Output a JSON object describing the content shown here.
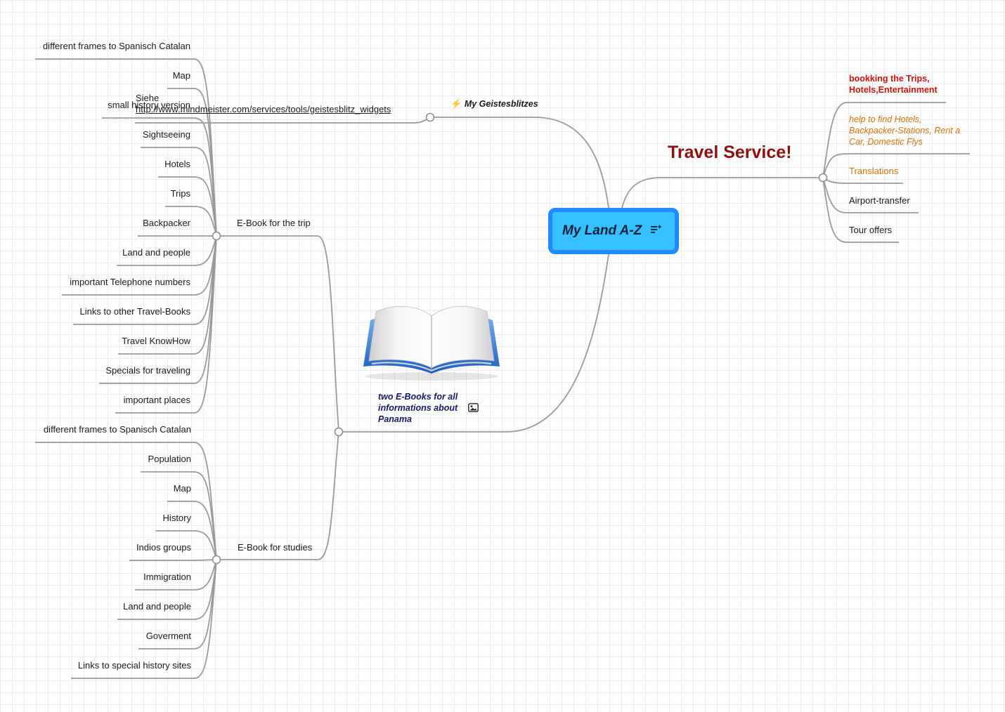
{
  "root": {
    "title": "My Land A-Z",
    "icon": "note-list-icon",
    "fill": "#37c0ff",
    "border": "#1f8bff"
  },
  "geistesblitz": {
    "title": "My Geistesblitzes",
    "icon": "lightning-icon",
    "siehe": "Siehe",
    "link": "http://www.mindmeister.com/services/tools/geistesblitz_widgets"
  },
  "travel_service": {
    "title": "Travel Service!",
    "title_color": "#8e1111",
    "items": [
      "bookking the Trips, Hotels,Entertainment",
      "help to find Hotels, Backpacker-Stations, Rent a Car, Domestic Flys",
      "Translations",
      "Airport-transfer",
      "Tour offers"
    ]
  },
  "ebooks": {
    "title": "two E-Books for all informations about Panama",
    "image": "open-book-image",
    "attachment_icon": "image-icon",
    "trip": {
      "title": "E-Book for the trip",
      "items": [
        "different frames to Spanisch Catalan",
        "Map",
        "small history version",
        "Sightseeing",
        "Hotels",
        "Trips",
        "Backpacker",
        "Land and people",
        "important Telephone numbers",
        "Links to other Travel-Books",
        "Travel KnowHow",
        "Specials for traveling",
        "important places"
      ]
    },
    "studies": {
      "title": "E-Book for studies",
      "items": [
        "different frames to Spanisch Catalan",
        "Population",
        "Map",
        "History",
        "Indios groups",
        "Immigration",
        "Land and people",
        "Goverment",
        "Links to special history sites"
      ]
    }
  }
}
